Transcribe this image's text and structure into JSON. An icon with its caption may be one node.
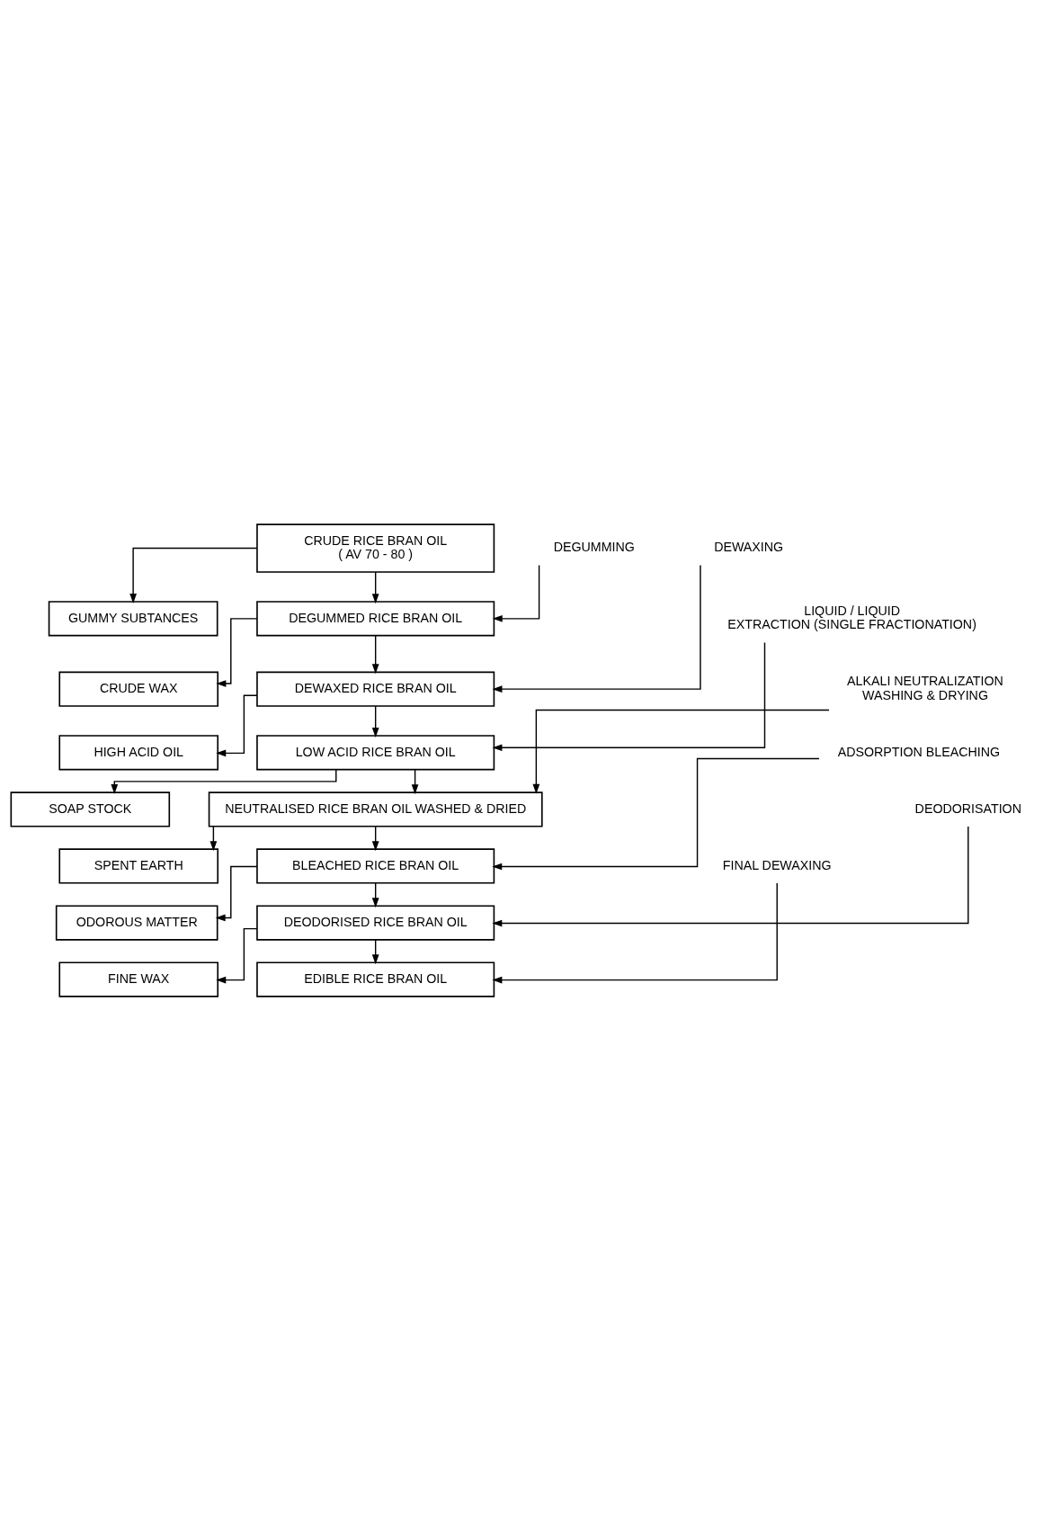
{
  "diagram": {
    "nodes": [
      {
        "text": [
          "CRUDE RICE BRAN OIL",
          "( AV 70 - 80 )"
        ]
      },
      {
        "text": [
          "DEGUMMING"
        ]
      },
      {
        "text": [
          "GUMMY SUBTANCES"
        ]
      },
      {
        "text": [
          "DEGUMMED RICE BRAN OIL"
        ]
      },
      {
        "text": [
          "DEWAXING"
        ]
      },
      {
        "text": [
          "CRUDE WAX"
        ]
      },
      {
        "text": [
          "DEWAXED RICE BRAN OIL"
        ]
      },
      {
        "text": [
          "LIQUID / LIQUID",
          "EXTRACTION (SINGLE FRACTIONATION)"
        ]
      },
      {
        "text": [
          "HIGH ACID OIL"
        ]
      },
      {
        "text": [
          "LOW ACID RICE BRAN OIL"
        ]
      },
      {
        "text": [
          "ALKALI NEUTRALIZATION",
          "WASHING & DRYING"
        ]
      },
      {
        "text": [
          "SOAP STOCK"
        ]
      },
      {
        "text": [
          "NEUTRALISED RICE BRAN OIL WASHED & DRIED"
        ]
      },
      {
        "text": [
          "ADSORPTION BLEACHING"
        ]
      },
      {
        "text": [
          "SPENT EARTH"
        ]
      },
      {
        "text": [
          "BLEACHED RICE BRAN OIL"
        ]
      },
      {
        "text": [
          "DEODORISATION"
        ]
      },
      {
        "text": [
          "ODOROUS MATTER"
        ]
      },
      {
        "text": [
          "DEODORISED RICE BRAN OIL"
        ]
      },
      {
        "text": [
          "FINAL DEWAXING"
        ]
      },
      {
        "text": [
          "FINE WAX"
        ]
      },
      {
        "text": [
          "EDIBLE RICE BRAN OIL"
        ]
      }
    ],
    "edges": [
      {
        "from": 0,
        "to": 3,
        "arrow": "to"
      },
      {
        "from": 1,
        "to": 3,
        "arrow": "to"
      },
      {
        "from": 0,
        "to": 2,
        "arrow": "to"
      },
      {
        "from": 3,
        "to": 6,
        "arrow": "to"
      },
      {
        "from": 4,
        "to": 6,
        "arrow": "to"
      },
      {
        "from": 3,
        "to": 5,
        "arrow": "to"
      },
      {
        "from": 6,
        "to": 9,
        "arrow": "to"
      },
      {
        "from": 7,
        "to": 9,
        "arrow": "to"
      },
      {
        "from": 6,
        "to": 8,
        "arrow": "to"
      },
      {
        "from": 9,
        "to": 12,
        "arrow": "to"
      },
      {
        "from": 10,
        "to": 12,
        "arrow": "to"
      },
      {
        "from": 9,
        "to": 11,
        "arrow": "to"
      },
      {
        "from": 12,
        "to": 15,
        "arrow": "to"
      },
      {
        "from": 13,
        "to": 15,
        "arrow": "to"
      },
      {
        "from": 12,
        "to": 14,
        "arrow": "to"
      },
      {
        "from": 15,
        "to": 18,
        "arrow": "to"
      },
      {
        "from": 16,
        "to": 18,
        "arrow": "to"
      },
      {
        "from": 15,
        "to": 17,
        "arrow": "to"
      },
      {
        "from": 18,
        "to": 21,
        "arrow": "to"
      },
      {
        "from": 19,
        "to": 21,
        "arrow": "to"
      },
      {
        "from": 18,
        "to": 20,
        "arrow": "to"
      }
    ]
  }
}
